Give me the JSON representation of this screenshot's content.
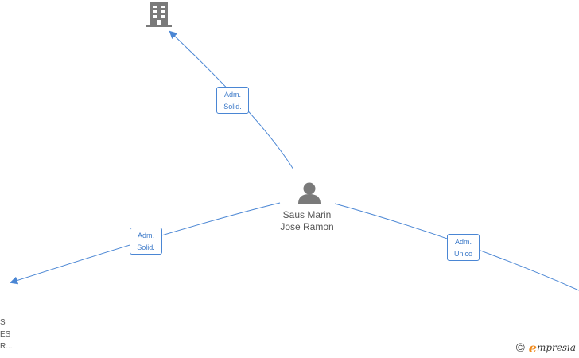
{
  "diagram": {
    "center_person": {
      "icon": "person-icon",
      "name_line1": "Saus Marin",
      "name_line2": "Jose Ramon"
    },
    "top_company": {
      "icon": "building-icon"
    },
    "bottom_left_company": {
      "icon": "building-icon",
      "name_lines": [
        "S",
        "ES",
        "R..."
      ]
    },
    "edges": [
      {
        "label_line1": "Adm.",
        "label_line2": "Solid."
      },
      {
        "label_line1": "Adm.",
        "label_line2": "Solid."
      },
      {
        "label_line1": "Adm.",
        "label_line2": "Unico"
      }
    ],
    "colors": {
      "edge": "#4a86d4",
      "icon": "#7a7a7a"
    }
  },
  "brand": {
    "copyright_symbol": "©",
    "first_letter": "e",
    "name_rest": "mpresia"
  }
}
